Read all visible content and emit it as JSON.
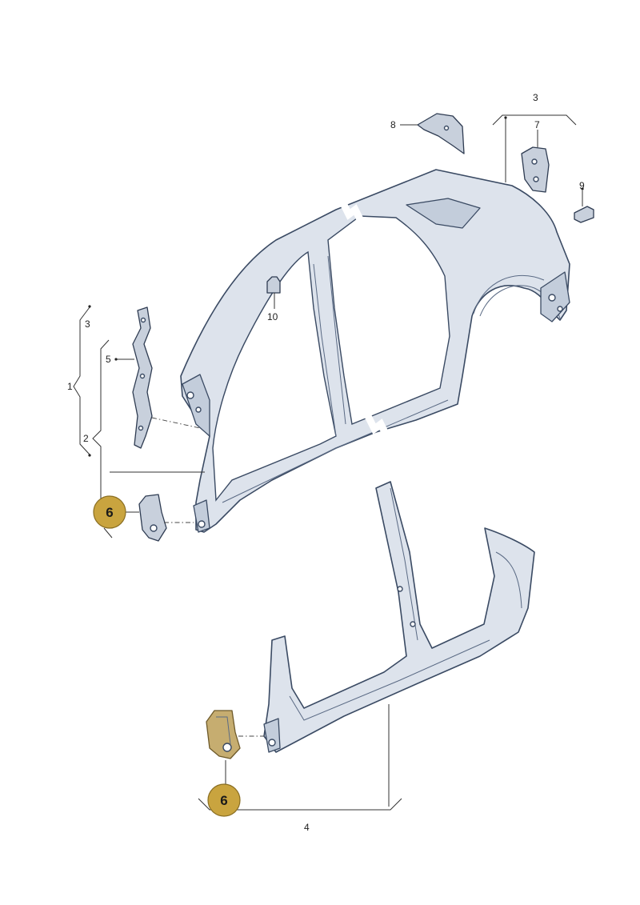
{
  "labels": {
    "l1": "1",
    "l2": "2",
    "l3_left": "3",
    "l3_top": "3",
    "l4": "4",
    "l5": "5",
    "l7": "7",
    "l8": "8",
    "l9": "9",
    "l10": "10"
  },
  "callouts": {
    "upper": "6",
    "lower": "6"
  },
  "colors": {
    "callout_fill": "#c9a43f",
    "highlight_part": "#c6ad70",
    "panel": "#dde3ec",
    "outline": "#3a4a63"
  }
}
